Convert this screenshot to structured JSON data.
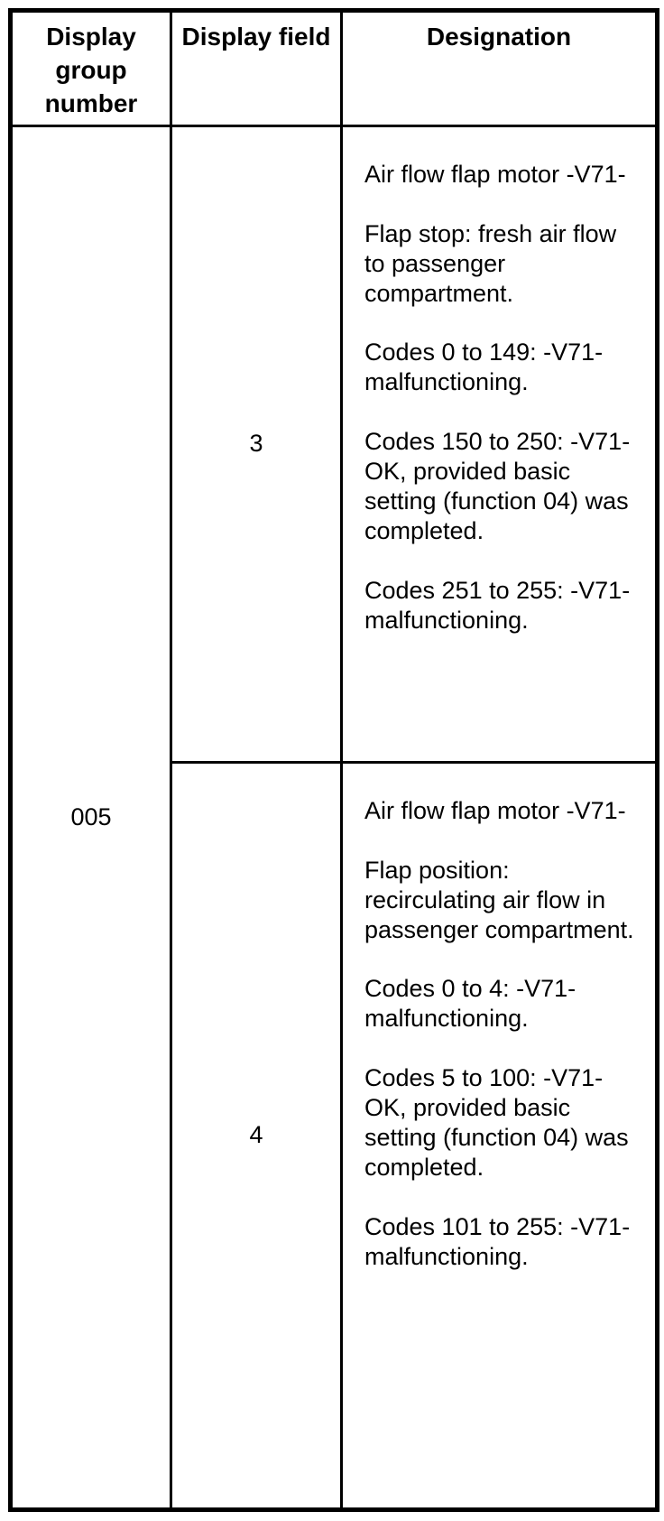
{
  "table": {
    "headers": [
      "Display group number",
      "Display field",
      "Designation"
    ],
    "group_number": "005",
    "rows": [
      {
        "field": "3",
        "paragraphs": [
          "Air flow flap motor -V71-",
          "Flap stop: fresh air flow to passenger compartment.",
          "Codes 0 to 149: -V71- malfunctioning.",
          "Codes 150 to 250: -V71- OK, provided basic setting (function 04) was completed.",
          "Codes 251 to 255: -V71- malfunctioning."
        ]
      },
      {
        "field": "4",
        "paragraphs": [
          "Air flow flap motor -V71-",
          "Flap position: recirculating air flow in passenger compartment.",
          "Codes 0 to 4: -V71- malfunctioning.",
          "Codes 5 to 100: -V71- OK, provided basic setting (function 04) was completed.",
          "Codes 101 to 255: -V71- malfunctioning."
        ]
      }
    ]
  }
}
